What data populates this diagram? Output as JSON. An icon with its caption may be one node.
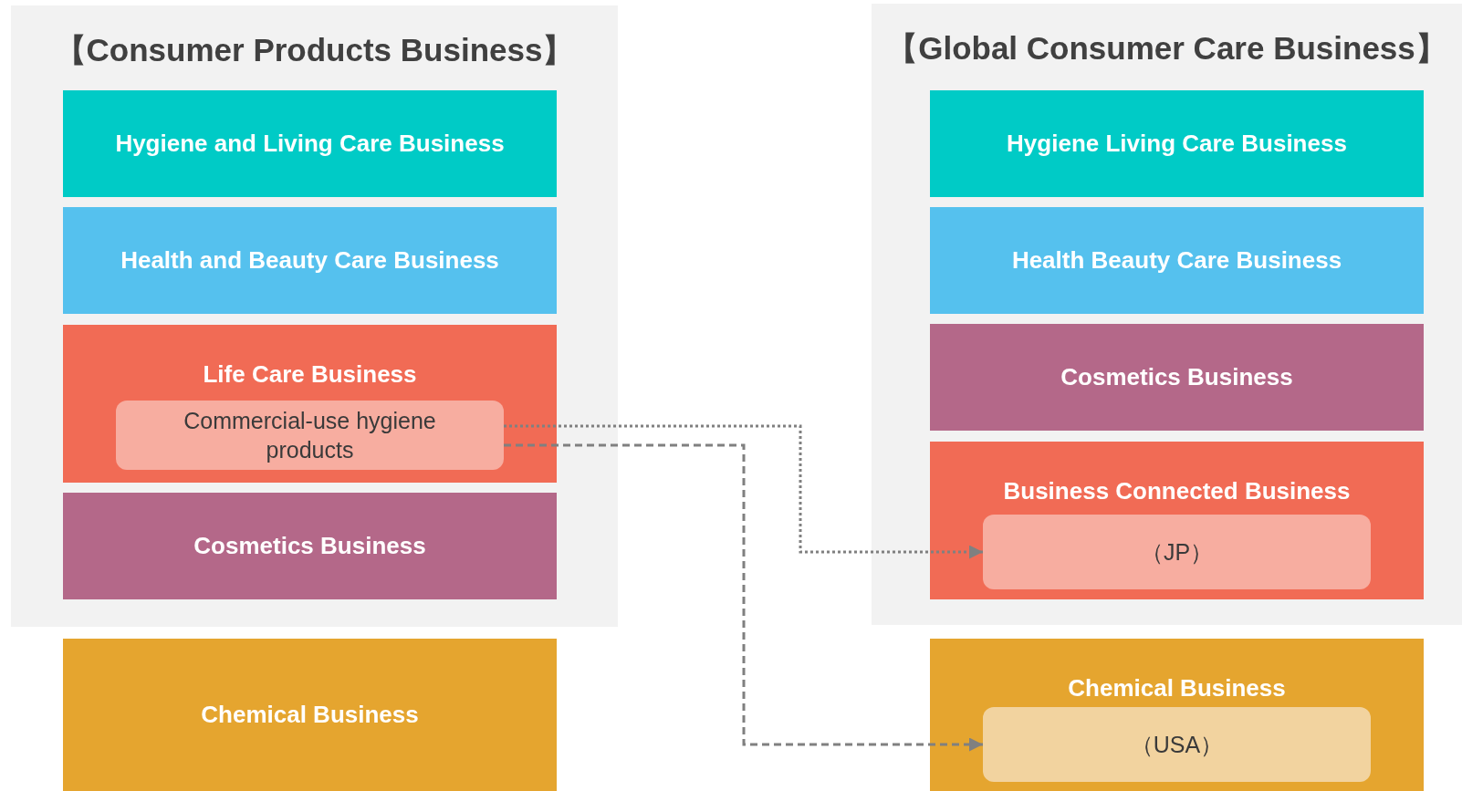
{
  "diagram": {
    "nodes": [
      {
        "text": [
          "【Consumer Products Business】"
        ]
      },
      {
        "text": [
          "Hygiene and Living Care Business"
        ],
        "in": 0
      },
      {
        "text": [
          "Health and Beauty Care Business"
        ],
        "in": 0
      },
      {
        "text": [
          "Life Care Business"
        ],
        "in": 0
      },
      {
        "text": [
          "Commercial-use hygiene products"
        ],
        "in": 3
      },
      {
        "text": [
          "Cosmetics Business"
        ],
        "in": 0
      },
      {
        "text": [
          "Chemical Business"
        ]
      },
      {
        "text": [
          "【Global Consumer Care Business】"
        ]
      },
      {
        "text": [
          "Hygiene Living Care Business"
        ],
        "in": 7
      },
      {
        "text": [
          "Health Beauty Care Business"
        ],
        "in": 7
      },
      {
        "text": [
          "Cosmetics Business"
        ],
        "in": 7
      },
      {
        "text": [
          "Business Connected Business"
        ],
        "in": 7
      },
      {
        "text": [
          "（JP）"
        ],
        "in": 11
      },
      {
        "text": [
          "Chemical Business"
        ]
      },
      {
        "text": [
          "（USA）"
        ],
        "in": 13
      }
    ],
    "edges": [
      {
        "from": 4,
        "to": 12,
        "arrow": "to",
        "style": "dashed"
      },
      {
        "from": 4,
        "to": 14,
        "arrow": "to",
        "style": "dashed"
      }
    ]
  }
}
